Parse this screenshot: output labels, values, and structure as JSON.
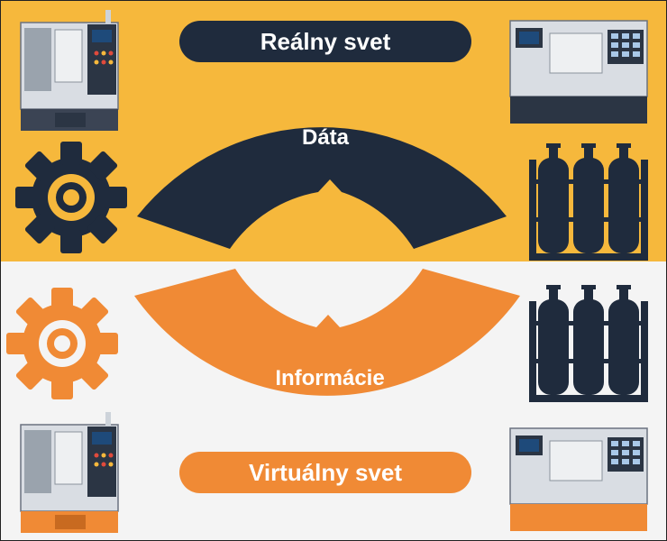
{
  "labels": {
    "real_world": "Reálny svet",
    "data": "Dáta",
    "information": "Informácie",
    "virtual_world": "Virtuálny svet"
  },
  "colors": {
    "top_background": "#f6b83c",
    "bottom_background": "#f4f4f4",
    "navy": "#1f2b3d",
    "orange": "#f08a35",
    "machine_gray": "#d9dde3",
    "screen_blue": "#1e4a7a"
  },
  "icons": {
    "top_left": "cnc-lathe-machine-icon",
    "top_right": "cnc-milling-machine-icon",
    "mid_left_top": "gear-icon",
    "mid_right_top": "gas-cylinders-rack-icon",
    "mid_left_bottom": "gear-icon",
    "mid_right_bottom": "gas-cylinders-rack-icon",
    "bottom_left": "cnc-lathe-machine-icon",
    "bottom_right": "cnc-milling-machine-icon"
  }
}
